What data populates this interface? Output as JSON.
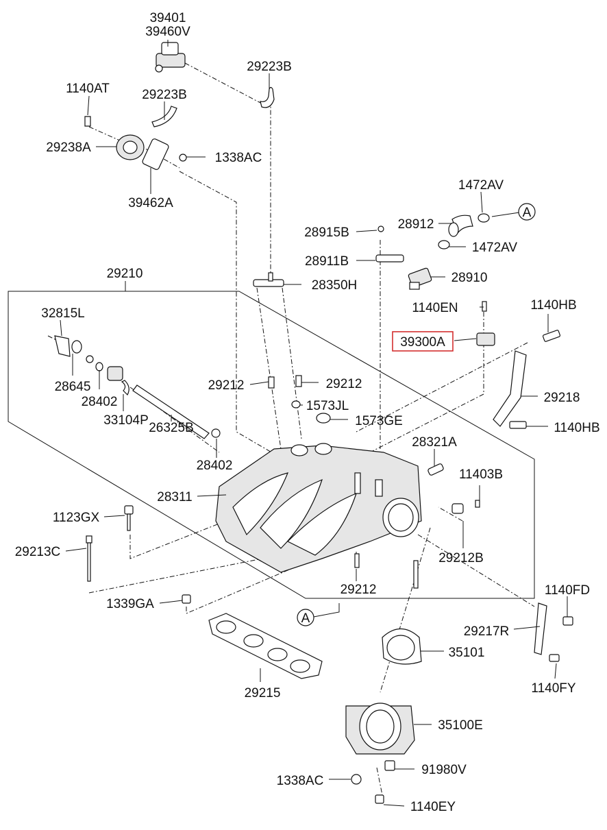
{
  "labels": {
    "p39401": "39401",
    "p39460V": "39460V",
    "p29223B_a": "29223B",
    "p29223B_b": "29223B",
    "p1140AT": "1140AT",
    "p29238A": "29238A",
    "p1338AC_a": "1338AC",
    "p39462A": "39462A",
    "p1472AV_a": "1472AV",
    "p28912": "28912",
    "p1472AV_b": "1472AV",
    "p28915B": "28915B",
    "p28911B": "28911B",
    "p28910": "28910",
    "p29210": "29210",
    "p28350H": "28350H",
    "p1140EN": "1140EN",
    "p1140HB_a": "1140HB",
    "p39300A": "39300A",
    "p32815L": "32815L",
    "p28645": "28645",
    "p28402_a": "28402",
    "p33104P": "33104P",
    "p29212_a": "29212",
    "p29212_b": "29212",
    "p1573JL": "1573JL",
    "p1573GE": "1573GE",
    "p29218": "29218",
    "p1140HB_b": "1140HB",
    "p26325B": "26325B",
    "p28402_b": "28402",
    "p28321A": "28321A",
    "p11403B": "11403B",
    "p28311": "28311",
    "p1123GX": "1123GX",
    "p29213C": "29213C",
    "p29212B": "29212B",
    "p29212_c": "29212",
    "p1339GA": "1339GA",
    "p1140FD": "1140FD",
    "p29217R": "29217R",
    "p35101": "35101",
    "p1140FY": "1140FY",
    "p29215": "29215",
    "p35100E": "35100E",
    "p1338AC_b": "1338AC",
    "p91980V": "91980V",
    "p1140EY": "1140EY",
    "refA_1": "A",
    "refA_2": "A"
  },
  "highlighted_part": "39300A",
  "colors": {
    "highlight": "#d32f2f",
    "line": "#111111"
  }
}
